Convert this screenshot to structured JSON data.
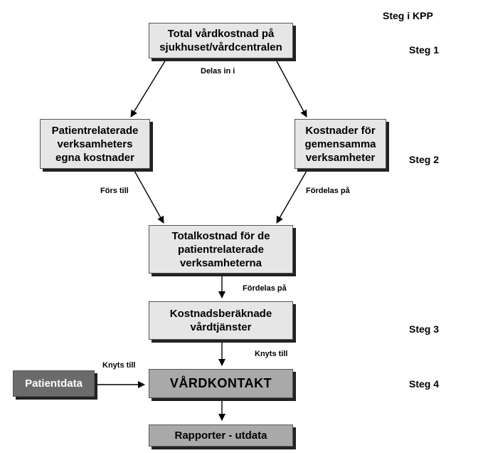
{
  "header": {
    "steg_title": "Steg i KPP"
  },
  "steps": {
    "steg1": "Steg 1",
    "steg2": "Steg 2",
    "steg3": "Steg 3",
    "steg4": "Steg 4"
  },
  "boxes": {
    "total_cost": "Total vårdkostnad på\nsjukhuset/vårdcentralen",
    "patient_related": "Patientrelaterade\nverksamheters\negna kostnader",
    "common": "Kostnader för\ngemensamma\nverksamheter",
    "total_patient": "Totalkostnad för de\npatientrelaterade\nverksamheterna",
    "cost_calc": "Kostnadsberäknade\nvårdtjänster",
    "patient_data": "Patientdata",
    "vardkontakt": "VÅRDKONTAKT",
    "reports": "Rapporter - utdata"
  },
  "labels": {
    "delas_in_i": "Delas in i",
    "fors_till": "Förs till",
    "fordelas_pa_right": "Fördelas på",
    "fordelas_pa_center": "Fördelas på",
    "knyts_till_center": "Knyts till",
    "knyts_till_left": "Knyts till"
  }
}
